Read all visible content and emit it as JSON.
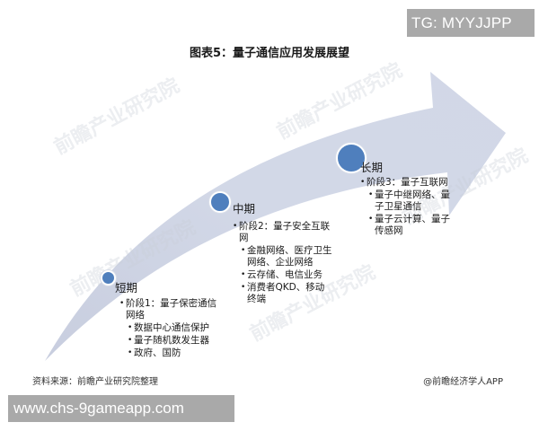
{
  "overlay": {
    "tg_badge": "TG: MYYJJPP",
    "url_badge": "www.chs-9gameapp.com"
  },
  "figure": {
    "title": "图表5：量子通信应用发展展望",
    "watermark_text": "前瞻产业研究院",
    "colors": {
      "arrow_fill": "#cdd3e3",
      "node_fill": "#4f7fbd",
      "text": "#1a1a1a"
    },
    "phases": [
      {
        "label": "短期",
        "stage": "阶段1：量子保密通信网络",
        "items": [
          "数据中心通信保护",
          "量子随机数发生器",
          "政府、国防"
        ]
      },
      {
        "label": "中期",
        "stage": "阶段2：量子安全互联网",
        "items": [
          "金融网络、医疗卫生网络、企业网络",
          "云存储、电信业务",
          "消费者QKD、移动终端"
        ]
      },
      {
        "label": "长期",
        "stage": "阶段3：量子互联网",
        "items": [
          "量子中继网络、量子卫星通信",
          "量子云计算、量子传感网"
        ]
      }
    ]
  },
  "footer": {
    "source": "资料来源：前瞻产业研究院整理",
    "brand": "@前瞻经济学人APP"
  }
}
